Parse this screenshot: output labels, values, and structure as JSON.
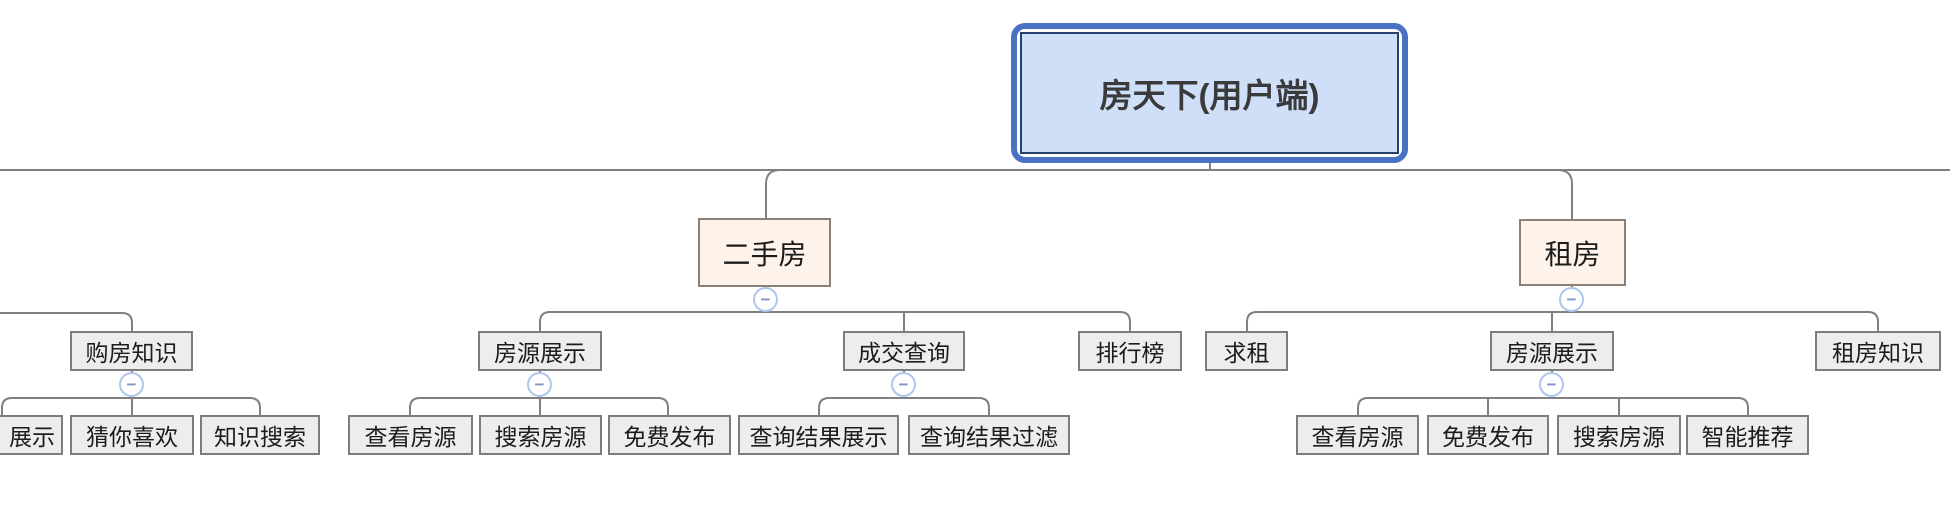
{
  "mindmap": {
    "root": {
      "label": "房天下(用户端)"
    },
    "branches": [
      {
        "label": "二手房",
        "children": [
          {
            "label": "房源展示",
            "children": [
              {
                "label": "查看房源"
              },
              {
                "label": "搜索房源"
              },
              {
                "label": "免费发布"
              }
            ]
          },
          {
            "label": "成交查询",
            "children": [
              {
                "label": "查询结果展示"
              },
              {
                "label": "查询结果过滤"
              }
            ]
          },
          {
            "label": "排行榜",
            "children": []
          }
        ]
      },
      {
        "label": "租房",
        "children": [
          {
            "label": "求租",
            "children": []
          },
          {
            "label": "房源展示",
            "children": [
              {
                "label": "查看房源"
              },
              {
                "label": "免费发布"
              },
              {
                "label": "搜索房源"
              },
              {
                "label": "智能推荐"
              }
            ]
          },
          {
            "label": "租房知识",
            "children": []
          }
        ]
      }
    ],
    "partial_left_subtree": {
      "label": "购房知识",
      "children": [
        {
          "label": "展示"
        },
        {
          "label": "猜你喜欢"
        },
        {
          "label": "知识搜索"
        }
      ]
    }
  },
  "icons": {
    "collapse_glyph": "−"
  },
  "colors": {
    "line": "#808080",
    "leaf_fill": "#ededed",
    "leaf_border": "#7d7d7d",
    "branch_fill": "#fdf3ea",
    "branch_border": "#8a8076",
    "root_border": "#4a72c4",
    "root_inner_border": "#27416e",
    "root_fill": "#cfdff8",
    "collapse_border": "#aec6ec",
    "collapse_glyph": "#7e95c4"
  }
}
